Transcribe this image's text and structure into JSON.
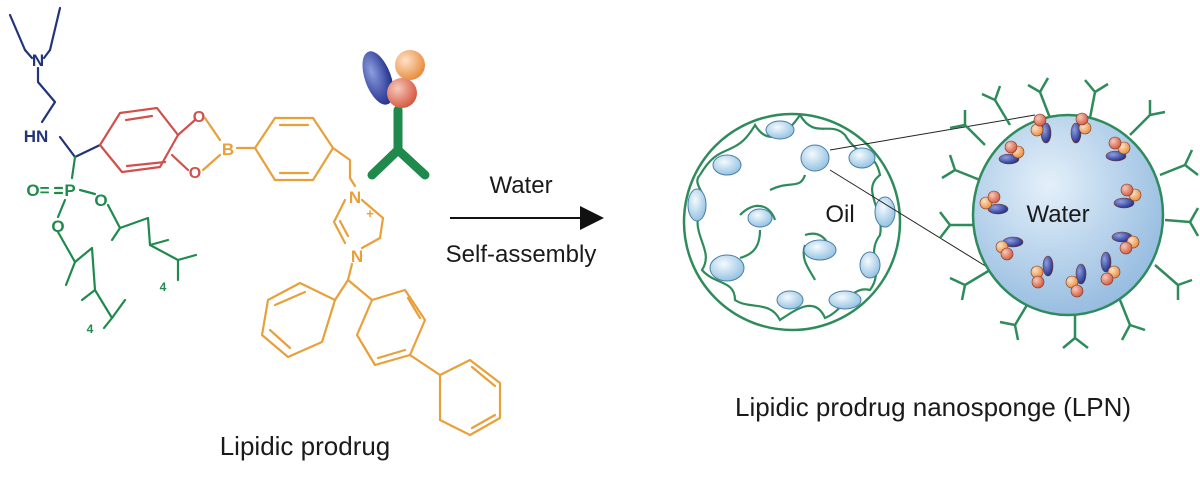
{
  "labels": {
    "prodrug_caption": "Lipidic prodrug",
    "arrow_top": "Water",
    "arrow_bottom": "Self-assembly",
    "nanosponge_caption": "Lipidic prodrug nanosponge (LPN)",
    "oil": "Oil",
    "water_core": "Water"
  },
  "molecule_atoms": {
    "amine_n": "N",
    "hn": "HN",
    "phosphorus": "P",
    "oxo": "O=",
    "ester_o1": "O",
    "ester_o2": "O",
    "diol_o1": "O",
    "diol_o2": "O",
    "boron": "B",
    "imid_n1": "N",
    "imid_n2": "N",
    "charge": "+",
    "repeat_1": "4",
    "repeat_2": "4"
  },
  "colors": {
    "navy": "#22347a",
    "green": "#1f8a4c",
    "red": "#d0504c",
    "orange": "#e8a03a",
    "text": "#1a1a1a",
    "sponge_green": "#2e8b5b",
    "sponge_fill": "#b9d8ee",
    "core_fill": "#9ec3e6",
    "antibody_blue": "#2b3e9a",
    "antibody_orange": "#f0a06a",
    "antibody_red": "#e07a5f"
  }
}
